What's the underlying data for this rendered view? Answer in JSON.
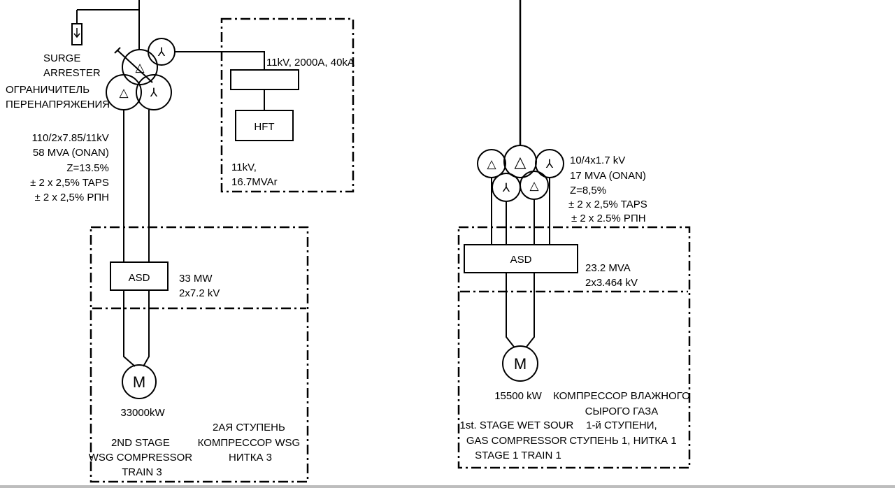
{
  "left": {
    "surge_arrester": [
      "SURGE",
      "ARRESTER",
      "ОГРАНИЧИТЕЛЬ",
      "ПЕРЕНАПРЯЖЕНИЯ"
    ],
    "transformer_specs": [
      "110/2x7.85/11kV",
      "58 MVA (ONAN)",
      "Z=13.5%",
      "± 2 x 2,5% TAPS",
      "± 2 x 2,5% РПН"
    ],
    "switchgear_rating": "11kV, 2000A, 40kA",
    "hft_label": "HFT",
    "filter_specs": [
      "11kV,",
      "16.7MVAr"
    ],
    "asd_label": "ASD",
    "asd_specs": [
      "33 MW",
      "2x7.2 kV"
    ],
    "motor_symbol": "M",
    "motor_power": "33000kW",
    "caption_en": [
      "2ND STAGE",
      "WSG COMPRESSOR",
      "TRAIN 3"
    ],
    "caption_ru": [
      "2АЯ СТУПЕНЬ",
      "КОМПРЕССОР WSG",
      "НИТКА 3"
    ]
  },
  "right": {
    "transformer_specs": [
      "10/4x1.7 kV",
      "17 MVA (ONAN)",
      "Z=8,5%",
      "± 2 x 2,5% TAPS",
      "± 2 x 2.5%  РПН"
    ],
    "asd_label": "ASD",
    "asd_specs": [
      "23.2 MVA",
      "2x3.464 kV"
    ],
    "motor_symbol": "M",
    "motor_power": "15500 kW",
    "caption_en": [
      "1st. STAGE WET SOUR",
      "GAS COMPRESSOR",
      "STAGE 1 TRAIN 1"
    ],
    "caption_ru": [
      "КОМПРЕССОР ВЛАЖНОГО",
      "СЫРОГО ГАЗА",
      "1-й СТУПЕНИ,",
      "СТУПЕНЬ 1, НИТКА 1"
    ]
  },
  "symbols": {
    "delta": "△",
    "wye": "⅄"
  }
}
